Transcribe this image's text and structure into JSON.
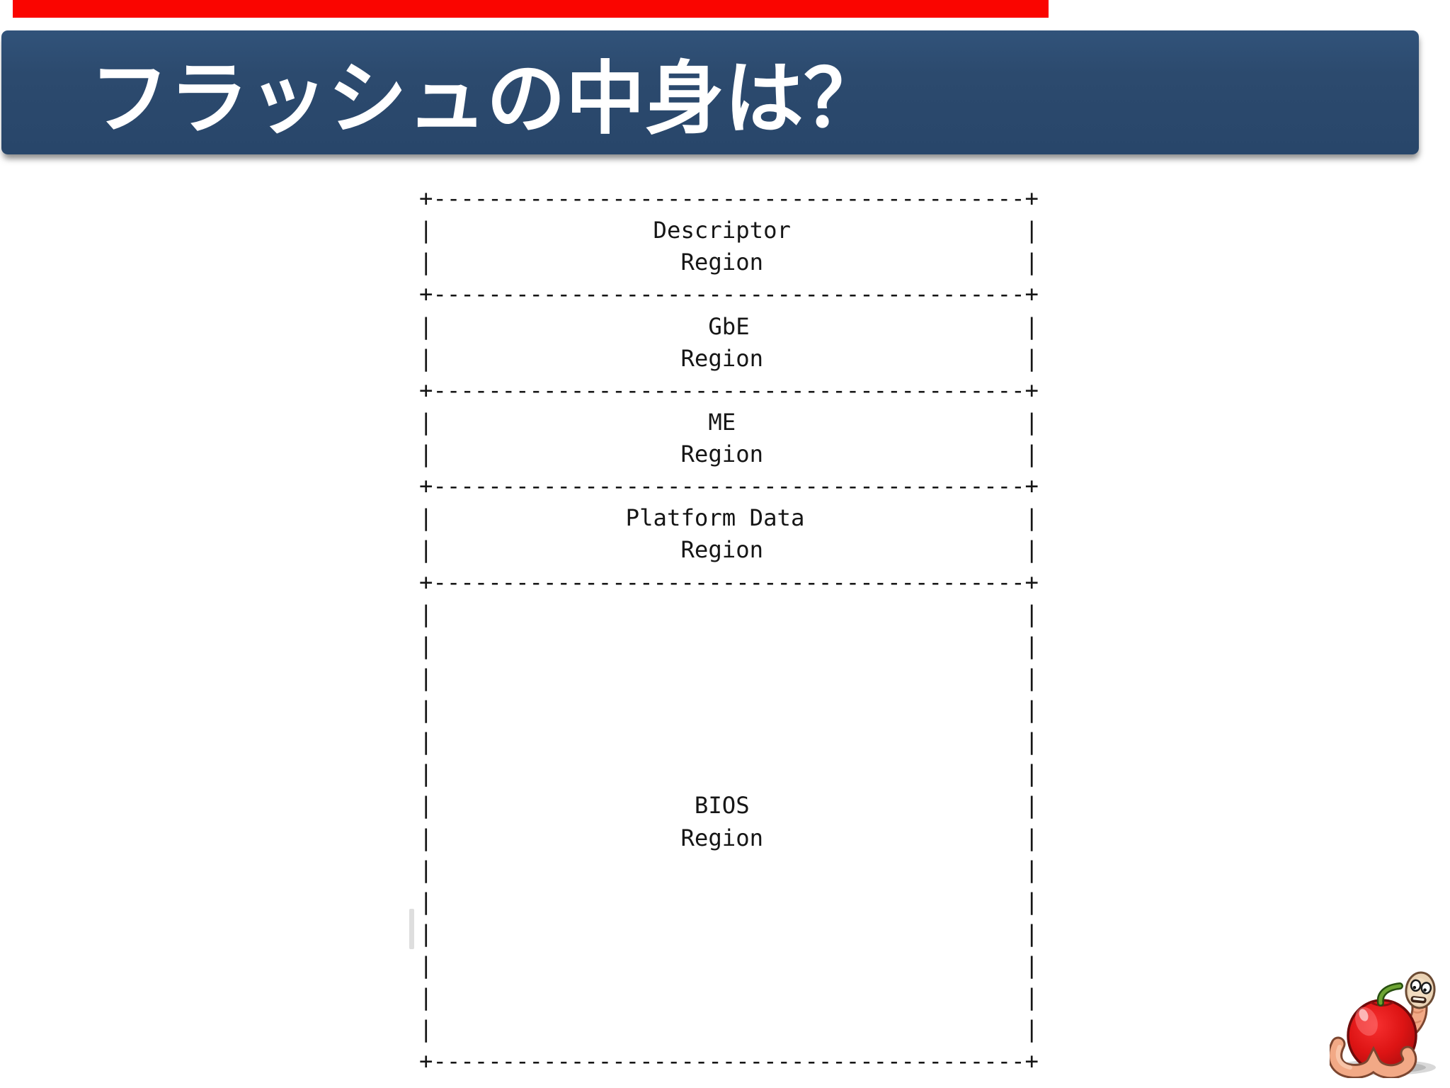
{
  "slide": {
    "title": "フラッシュの中身は？",
    "header_bg": "#2c4a6e",
    "progress_color": "#fa0500",
    "text_color": "#161616"
  },
  "diagram": {
    "description": "ASCII art layout of SPI flash contents",
    "regions": [
      {
        "name": "Descriptor",
        "label2": "Region"
      },
      {
        "name": "GbE",
        "label2": "Region"
      },
      {
        "name": "ME",
        "label2": "Region"
      },
      {
        "name": "Platform Data",
        "label2": "Region"
      },
      {
        "name": "BIOS",
        "label2": "Region"
      }
    ],
    "ascii_lines": [
      "+-------------------------------------------+",
      "|                Descriptor                 |",
      "|                  Region                   |",
      "+-------------------------------------------+",
      "|                    GbE                    |",
      "|                  Region                   |",
      "+-------------------------------------------+",
      "|                    ME                     |",
      "|                  Region                   |",
      "+-------------------------------------------+",
      "|              Platform Data                |",
      "|                  Region                   |",
      "+-------------------------------------------+",
      "|                                           |",
      "|                                           |",
      "|                                           |",
      "|                                           |",
      "|                                           |",
      "|                                           |",
      "|                   BIOS                    |",
      "|                  Region                   |",
      "|                                           |",
      "|                                           |",
      "|                                           |",
      "|                                           |",
      "|                                           |",
      "|                                           |",
      "+-------------------------------------------+"
    ]
  },
  "decoration": {
    "worm_apple_icon": "worm-in-apple"
  }
}
